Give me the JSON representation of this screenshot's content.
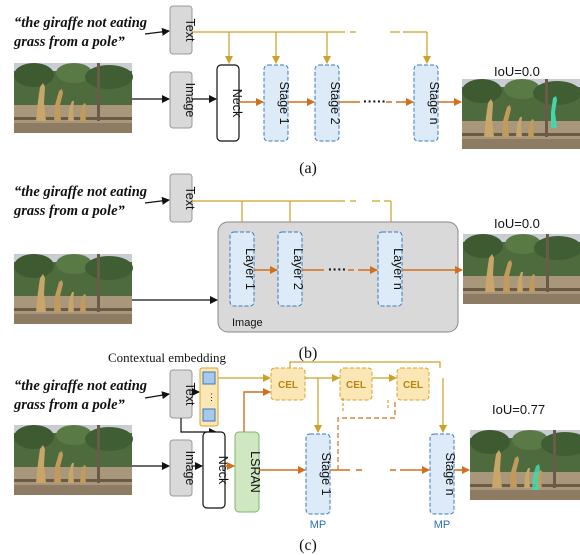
{
  "panels": {
    "a": {
      "quote_line1": "“the giraffe not eating",
      "quote_line2": "grass from a pole”",
      "text_label": "Text",
      "image_label": "Image",
      "neck_label": "Neck",
      "stage1_label": "Stage  1",
      "stage2_label": "Stage  2",
      "stagen_label": "Stage  n",
      "iou": "IoU=0.0",
      "caption": "(a)"
    },
    "b": {
      "quote_line1": "“the giraffe not eating",
      "quote_line2": "grass from a pole”",
      "text_label": "Text",
      "layer1_label": "Layer  1",
      "layer2_label": "Layer  2",
      "layern_label": "Layer  n",
      "image_box_label": "Image",
      "iou": "IoU=0.0",
      "caption": "(b)"
    },
    "c": {
      "contextual_embedding": "Contextual embedding",
      "quote_line1": "“the giraffe not eating",
      "quote_line2": "grass from a pole”",
      "text_label": "Text",
      "image_label": "Image",
      "neck_label": "Neck",
      "lsran_label": "LSRAN",
      "cel_label": "CEL",
      "stage1_label": "Stage  1",
      "stagen_label": "Stage  n",
      "mp_label": "MP",
      "iou": "IoU=0.77",
      "caption": "(c)"
    }
  },
  "colors": {
    "text_arrow": "#c9a227",
    "stage_arrow": "#d0701f",
    "stage_fill": "#dcebf7",
    "stage_border": "#3b79c2",
    "cel_fill": "#fbe7b5",
    "cel_border": "#d4a52b",
    "lsran_fill": "#cfe8c2",
    "gray_box": "#d9d9d9",
    "highlight_mask": "#44d6a8"
  },
  "icons": [
    "giraffe-photo",
    "arrow",
    "ellipsis-dots"
  ]
}
